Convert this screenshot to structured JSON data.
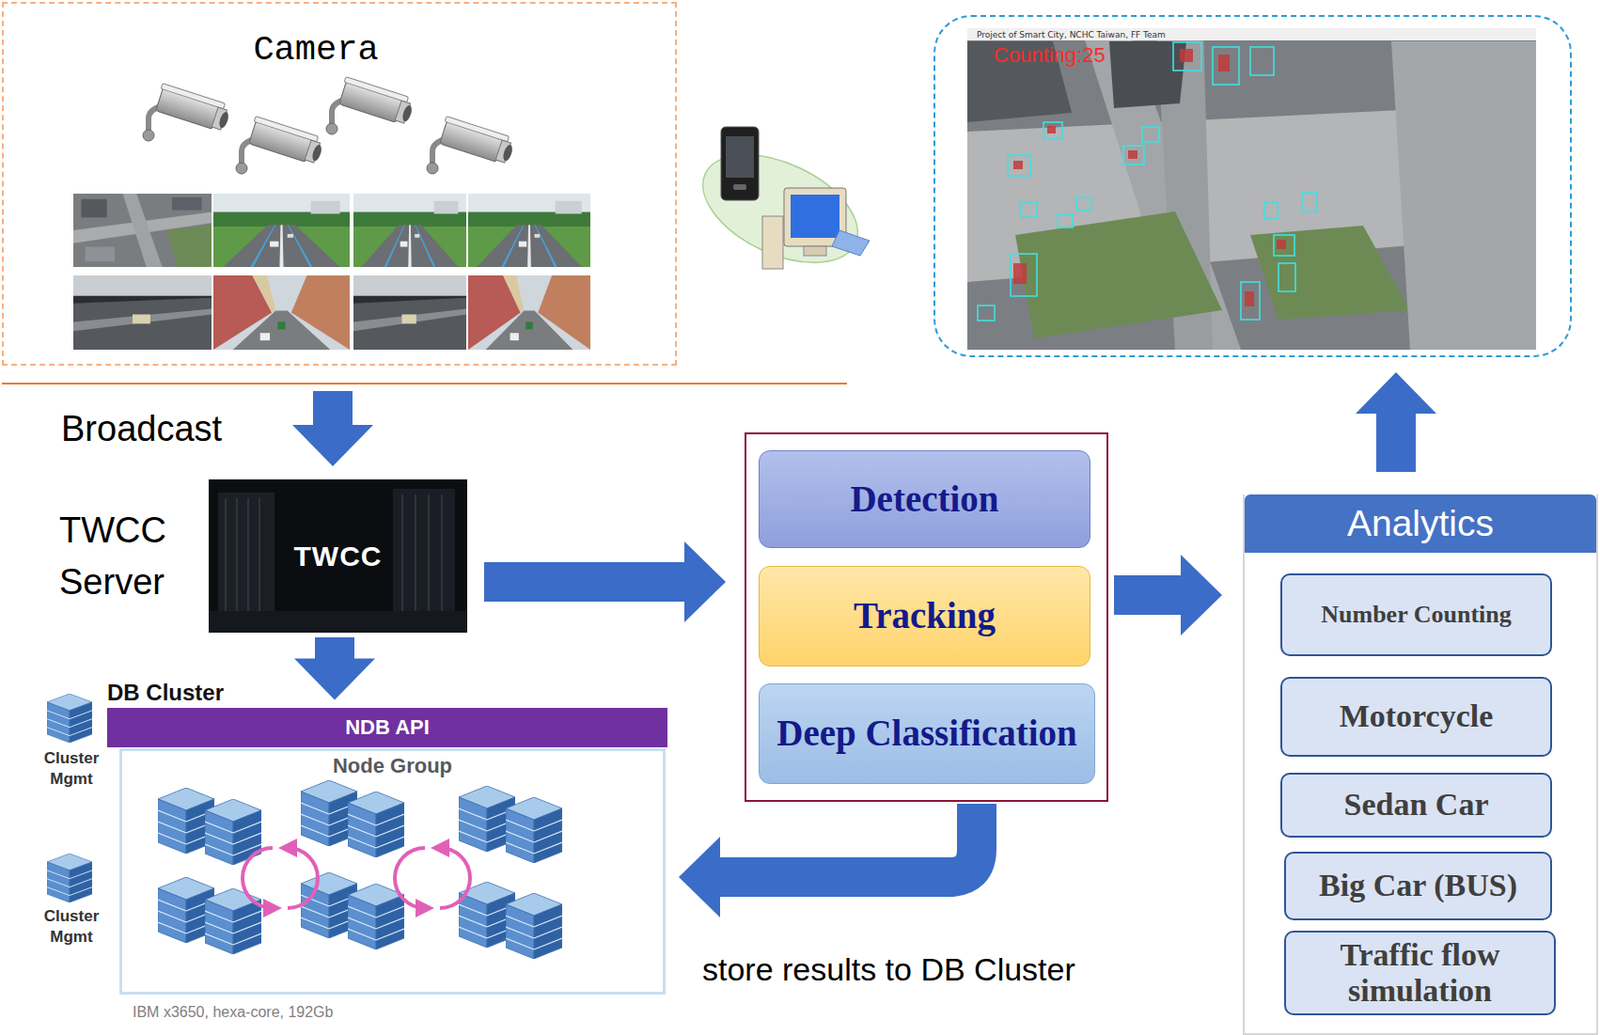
{
  "diagram": {
    "nodes": [
      {
        "text": [
          "Camera"
        ]
      },
      {
        "text": [
          "Project of Smart City, NCHC Taiwan, FF Team",
          "Counting:25"
        ]
      },
      {
        "text": [
          "TWCC Server",
          "TWCC"
        ]
      },
      {
        "text": [
          "DB Cluster",
          "NDB API"
        ]
      },
      {
        "text": [
          "Node Group"
        ]
      },
      {
        "text": []
      },
      {
        "text": [
          "Detection"
        ],
        "in": 5
      },
      {
        "text": [
          "Tracking"
        ],
        "in": 5
      },
      {
        "text": [
          "Deep Classification"
        ],
        "in": 5
      },
      {
        "text": [
          "Analytics"
        ]
      },
      {
        "text": [
          "Number Counting"
        ],
        "in": 9
      },
      {
        "text": [
          "Motorcycle"
        ],
        "in": 9
      },
      {
        "text": [
          "Sedan Car"
        ],
        "in": 9
      },
      {
        "text": [
          "Big Car (BUS)"
        ],
        "in": 9
      },
      {
        "text": [
          "Traffic flow simulation"
        ],
        "in": 9
      }
    ],
    "edges": [
      {
        "from": 0,
        "to": 2,
        "label": "Broadcast",
        "arrow": "to"
      },
      {
        "from": 2,
        "to": 3,
        "arrow": "to"
      },
      {
        "from": 2,
        "to": 5,
        "arrow": "to"
      },
      {
        "from": 5,
        "to": 4,
        "label": "store results to DB Cluster",
        "arrow": "to"
      },
      {
        "from": 5,
        "to": 9,
        "arrow": "to"
      },
      {
        "from": 9,
        "to": 1,
        "arrow": "to"
      }
    ],
    "labels": [
      "Cluster Mgmt",
      "Cluster Mgmt",
      "IBM x3650, hexa-core, 192Gb"
    ]
  }
}
